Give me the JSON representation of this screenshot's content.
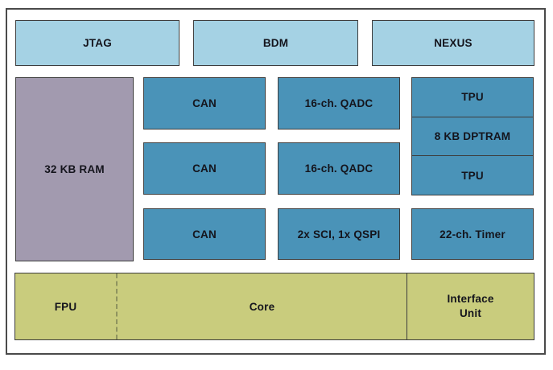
{
  "diagram": {
    "debug_row": {
      "jtag": "JTAG",
      "bdm": "BDM",
      "nexus": "NEXUS"
    },
    "memory": {
      "ram": "32 KB RAM"
    },
    "can_column": [
      "CAN",
      "CAN",
      "CAN"
    ],
    "middle_column": [
      "16-ch. QADC",
      "16-ch. QADC",
      "2x SCI, 1x QSPI"
    ],
    "tpu_stack": [
      "TPU",
      "8 KB DPTRAM",
      "TPU"
    ],
    "timer": "22-ch. Timer",
    "core_bar": {
      "fpu": "FPU",
      "core": "Core",
      "interface_unit": "Interface Unit"
    }
  },
  "colors": {
    "debug_block": "#a5d2e4",
    "peripheral_block": "#4a93b8",
    "ram_block": "#a29aaf",
    "core_block": "#c9cc7d",
    "block_border": "#3d3d3d",
    "frame_border": "#4a4a4a",
    "text": "#14141c"
  }
}
